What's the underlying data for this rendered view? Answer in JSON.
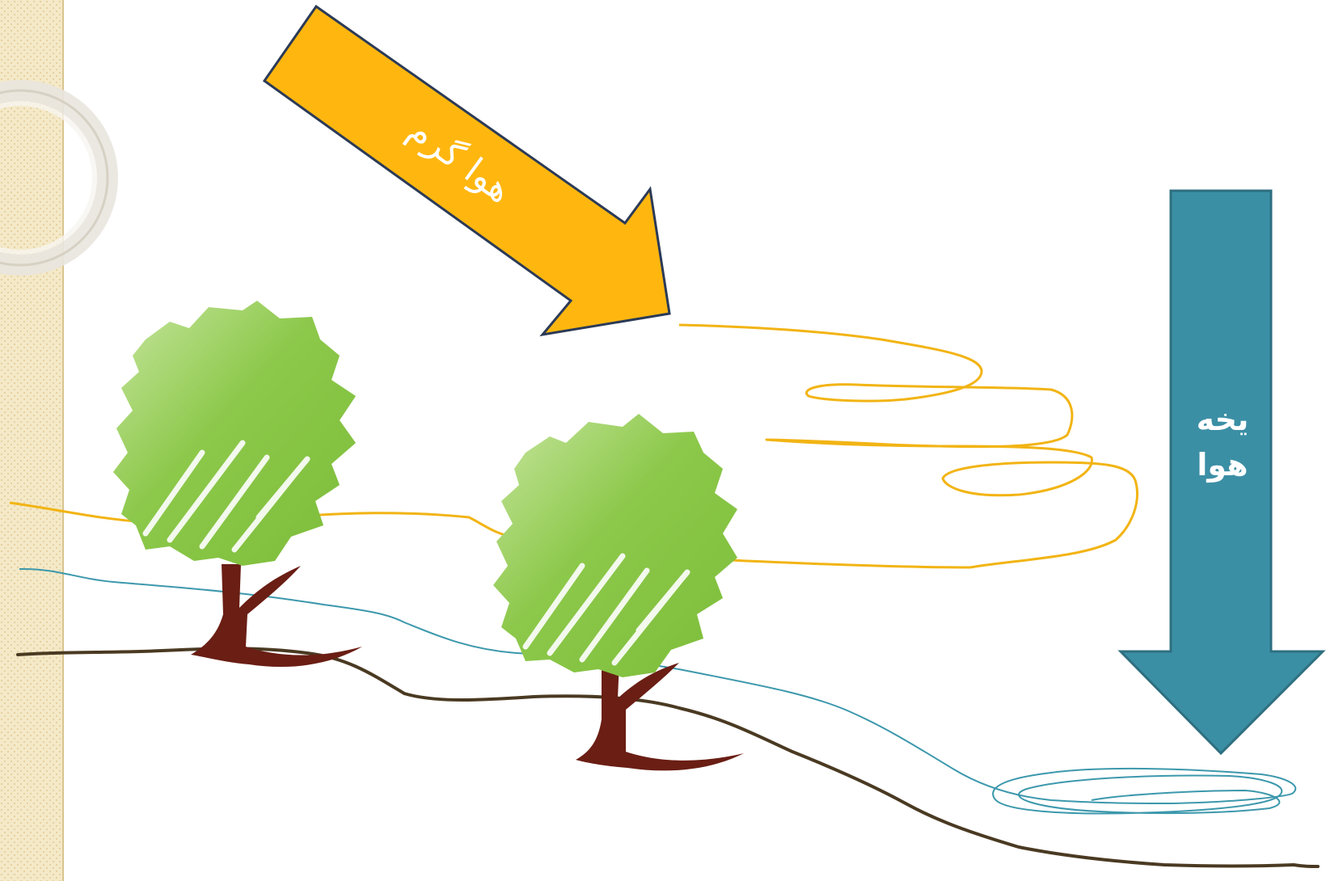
{
  "slide": {
    "theme_colors": {
      "border_strip": "#efe1b8",
      "warm_arrow": "#ffb70f",
      "warm_arrow_outline": "#2b3a57",
      "cold_arrow": "#3b8fa5",
      "tree_canopy": "#86c440",
      "tree_trunk": "#6a1e14",
      "ground_line": "#4a3a22",
      "warm_air_line": "#f2b414",
      "cold_air_line": "#3c98ac"
    }
  },
  "warm_air_arrow": {
    "label": "هوا گرم",
    "color": "#ffb70f"
  },
  "cold_air_arrow": {
    "label_line1": "یخه",
    "label_line2": "هوا",
    "color": "#3b8fa5"
  },
  "trees": [
    {
      "name": "tree-left"
    },
    {
      "name": "tree-middle"
    }
  ]
}
